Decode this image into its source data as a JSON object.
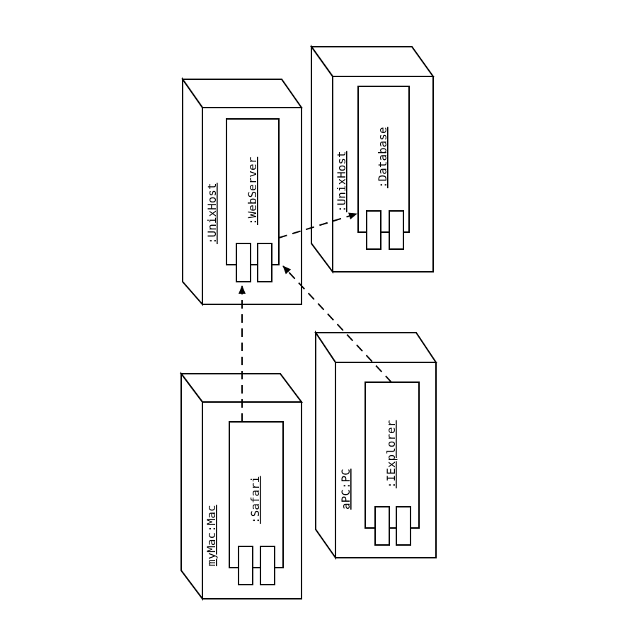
{
  "nodes": {
    "webserver_host": {
      "label": ":UnixHost",
      "component": ":WebServer"
    },
    "database_host": {
      "label": ":UnixHost",
      "component": ":Database"
    },
    "mac": {
      "label": "myMac:Mac",
      "component": ":Safari"
    },
    "pc": {
      "label": "aPC:PC",
      "component": ":IExplorer"
    }
  }
}
